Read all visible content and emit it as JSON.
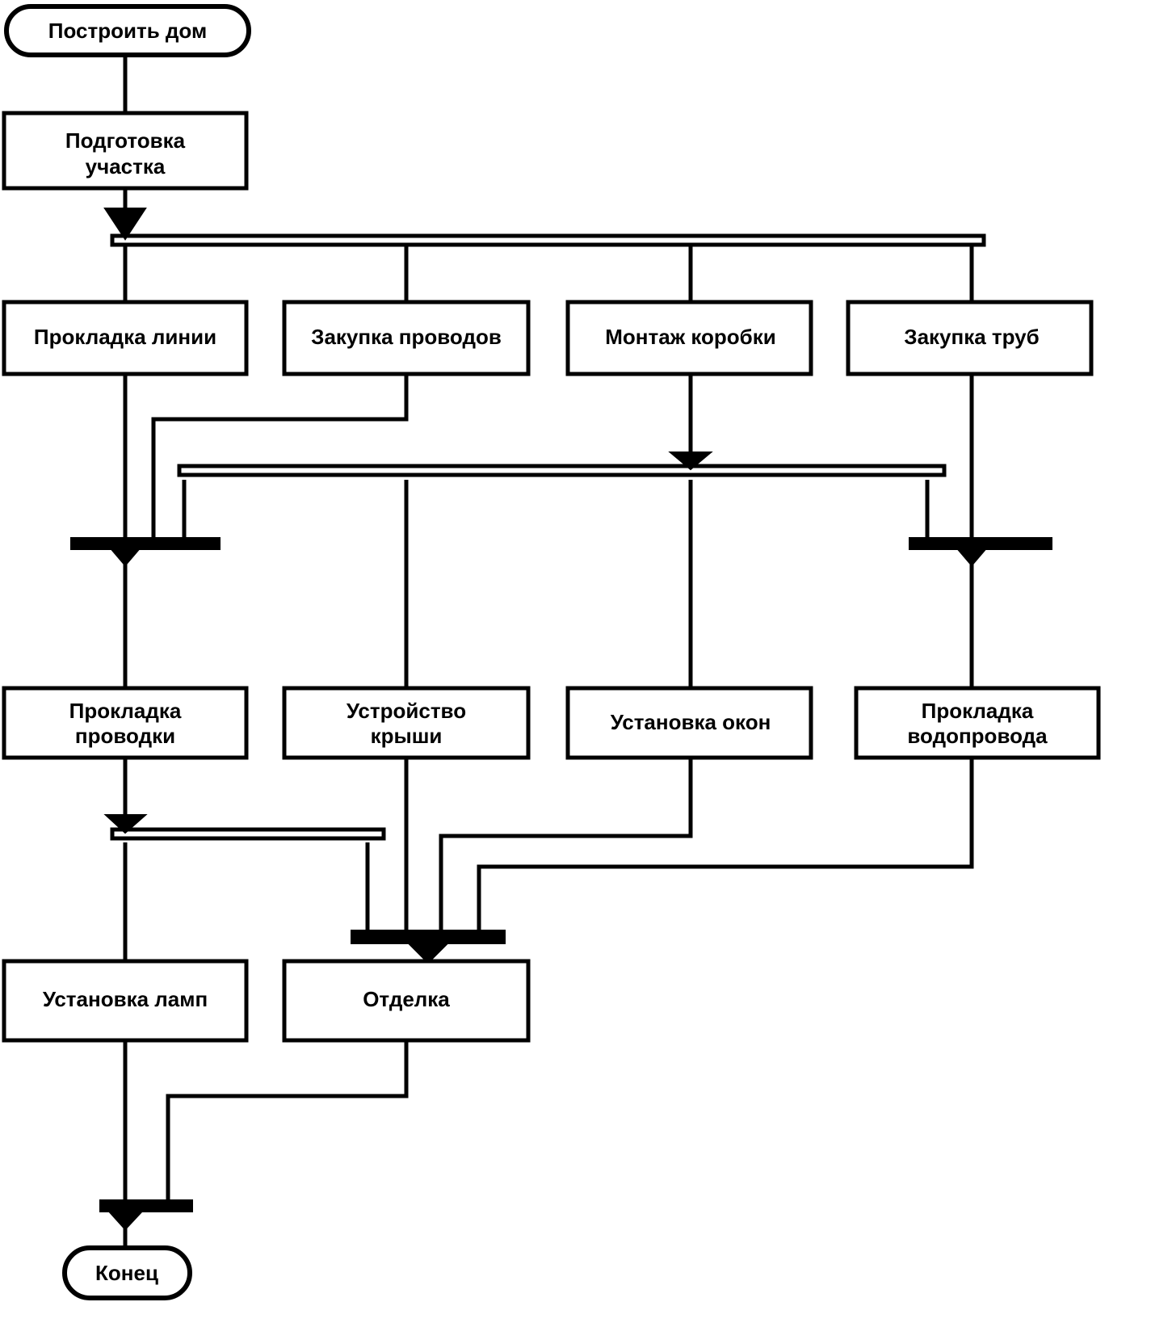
{
  "diagram": {
    "kind": "uml-activity-diagram",
    "title": "Построить дом",
    "language": "ru",
    "colors": {
      "background": "#ffffff",
      "stroke": "#000000",
      "node_fill": "#ffffff",
      "join_bar_fill": "#000000"
    },
    "nodes": {
      "start": {
        "label": "Построить дом",
        "type": "start-terminal"
      },
      "end": {
        "label": "Конец",
        "type": "end-terminal"
      },
      "a_prep": {
        "label": "Подготовка участка",
        "type": "activity"
      },
      "a_line": {
        "label": "Прокладка линии",
        "type": "activity"
      },
      "a_wires": {
        "label": "Закупка проводов",
        "type": "activity"
      },
      "a_box": {
        "label": "Монтаж коробки",
        "type": "activity"
      },
      "a_pipes": {
        "label": "Закупка труб",
        "type": "activity"
      },
      "a_wiring": {
        "label": "Прокладка проводки",
        "type": "activity"
      },
      "a_roof": {
        "label": "Устройство крыши",
        "type": "activity"
      },
      "a_windows": {
        "label": "Установка окон",
        "type": "activity"
      },
      "a_plumbing": {
        "label": "Прокладка водопровода",
        "type": "activity"
      },
      "a_lamps": {
        "label": "Установка ламп",
        "type": "activity"
      },
      "a_finish": {
        "label": "Отделка",
        "type": "activity"
      }
    },
    "bars": {
      "fork_1": {
        "type": "fork",
        "name": "fork-bar-top"
      },
      "fork_2": {
        "type": "fork",
        "name": "fork-bar-middle"
      },
      "fork_3": {
        "type": "fork",
        "name": "fork-bar-lower"
      },
      "join_1": {
        "type": "join",
        "name": "join-bar-left-upper"
      },
      "join_2": {
        "type": "join",
        "name": "join-bar-right-upper"
      },
      "join_3": {
        "type": "join",
        "name": "join-bar-finish"
      },
      "join_4": {
        "type": "join",
        "name": "join-bar-final"
      }
    },
    "rows": {
      "row1_labels": [
        "Прокладка линии",
        "Закупка проводов",
        "Монтаж коробки",
        "Закупка труб"
      ],
      "row2_labels": [
        "Прокладка проводки",
        "Устройство крыши",
        "Установка окон",
        "Прокладка водопровода"
      ],
      "row3_labels": [
        "Установка ламп",
        "Отделка"
      ]
    }
  }
}
